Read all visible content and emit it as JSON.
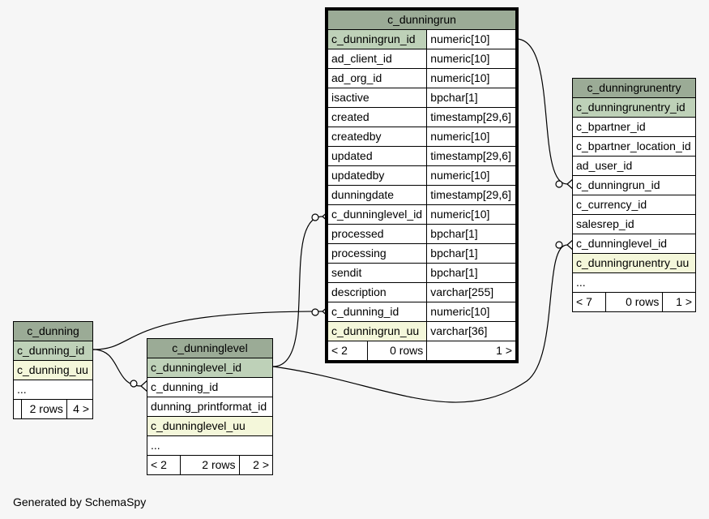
{
  "tables": {
    "c_dunningrun": {
      "title": "c_dunningrun",
      "columns": [
        {
          "name": "c_dunningrun_id",
          "type": "numeric[10]",
          "kind": "pk"
        },
        {
          "name": "ad_client_id",
          "type": "numeric[10]"
        },
        {
          "name": "ad_org_id",
          "type": "numeric[10]"
        },
        {
          "name": "isactive",
          "type": "bpchar[1]"
        },
        {
          "name": "created",
          "type": "timestamp[29,6]"
        },
        {
          "name": "createdby",
          "type": "numeric[10]"
        },
        {
          "name": "updated",
          "type": "timestamp[29,6]"
        },
        {
          "name": "updatedby",
          "type": "numeric[10]"
        },
        {
          "name": "dunningdate",
          "type": "timestamp[29,6]"
        },
        {
          "name": "c_dunninglevel_id",
          "type": "numeric[10]"
        },
        {
          "name": "processed",
          "type": "bpchar[1]"
        },
        {
          "name": "processing",
          "type": "bpchar[1]"
        },
        {
          "name": "sendit",
          "type": "bpchar[1]"
        },
        {
          "name": "description",
          "type": "varchar[255]"
        },
        {
          "name": "c_dunning_id",
          "type": "numeric[10]"
        },
        {
          "name": "c_dunningrun_uu",
          "type": "varchar[36]",
          "kind": "uu"
        }
      ],
      "footer": {
        "left": "< 2",
        "mid": "0 rows",
        "right": "1 >"
      }
    },
    "c_dunningrunentry": {
      "title": "c_dunningrunentry",
      "columns": [
        {
          "name": "c_dunningrunentry_id",
          "kind": "pk"
        },
        {
          "name": "c_bpartner_id"
        },
        {
          "name": "c_bpartner_location_id"
        },
        {
          "name": "ad_user_id"
        },
        {
          "name": "c_dunningrun_id"
        },
        {
          "name": "c_currency_id"
        },
        {
          "name": "salesrep_id"
        },
        {
          "name": "c_dunninglevel_id"
        },
        {
          "name": "c_dunningrunentry_uu",
          "kind": "uu"
        },
        {
          "name": "..."
        }
      ],
      "footer": {
        "left": "< 7",
        "mid": "0 rows",
        "right": "1 >"
      }
    },
    "c_dunning": {
      "title": "c_dunning",
      "columns": [
        {
          "name": "c_dunning_id",
          "kind": "pk"
        },
        {
          "name": "c_dunning_uu",
          "kind": "uu"
        },
        {
          "name": "..."
        }
      ],
      "footer": {
        "left": "",
        "mid": "2 rows",
        "right": "4 >"
      }
    },
    "c_dunninglevel": {
      "title": "c_dunninglevel",
      "columns": [
        {
          "name": "c_dunninglevel_id",
          "kind": "pk"
        },
        {
          "name": "c_dunning_id"
        },
        {
          "name": "dunning_printformat_id"
        },
        {
          "name": "c_dunninglevel_uu",
          "kind": "uu"
        },
        {
          "name": "..."
        }
      ],
      "footer": {
        "left": "< 2",
        "mid": "2 rows",
        "right": "2 >"
      }
    }
  },
  "caption": "Generated by SchemaSpy"
}
